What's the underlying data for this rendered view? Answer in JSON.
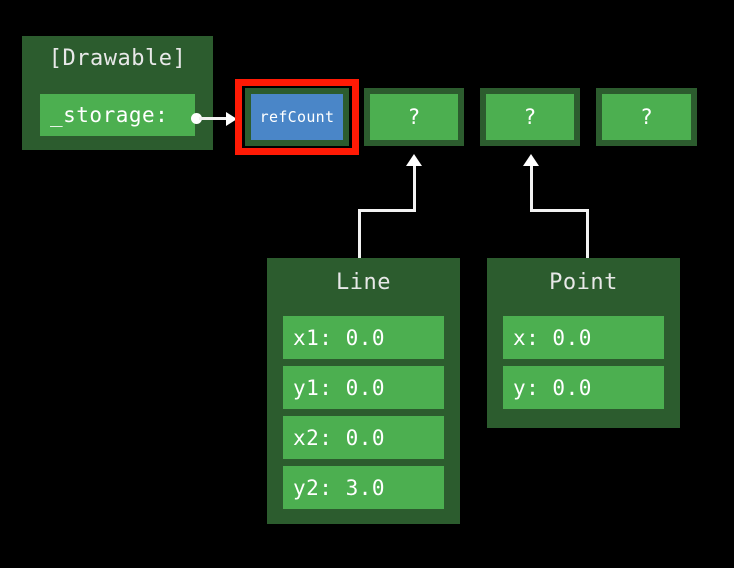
{
  "diagram": {
    "background_color": "#000000",
    "accent_colors": {
      "box_dark_green": "#2c5c2e",
      "field_green": "#4caf50",
      "refcount_blue": "#4a86c8",
      "highlight_red": "#ff1a05",
      "connector_white": "#f2f2f2"
    }
  },
  "drawable": {
    "title": "[Drawable]",
    "fields": [
      {
        "label": "_storage:"
      }
    ]
  },
  "storage_array": {
    "cells": [
      {
        "label": "refCount",
        "style": "blue",
        "highlighted": true
      },
      {
        "label": "?",
        "style": "green",
        "highlighted": false
      },
      {
        "label": "?",
        "style": "green",
        "highlighted": false
      },
      {
        "label": "?",
        "style": "green",
        "highlighted": false
      }
    ]
  },
  "line_struct": {
    "title": "Line",
    "fields": [
      {
        "label": "x1: 0.0"
      },
      {
        "label": "y1: 0.0"
      },
      {
        "label": "x2: 0.0"
      },
      {
        "label": "y2: 3.0"
      }
    ]
  },
  "point_struct": {
    "title": "Point",
    "fields": [
      {
        "label": "x: 0.0"
      },
      {
        "label": "y: 0.0"
      }
    ]
  }
}
